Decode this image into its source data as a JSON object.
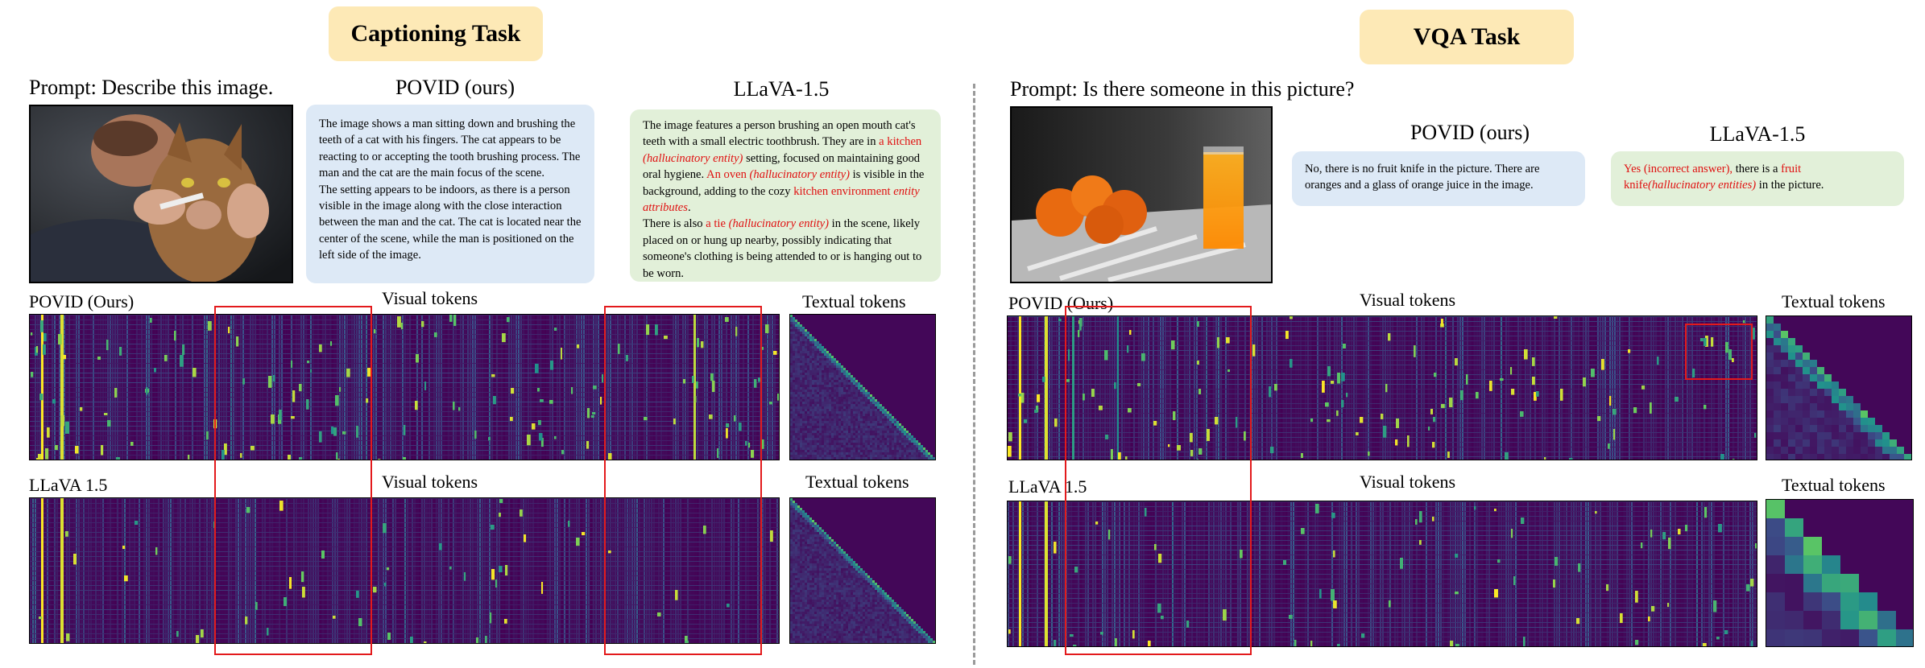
{
  "colors": {
    "badge": "#fde9b6",
    "blue_box": "#dde9f6",
    "green_box": "#e2f0d9",
    "hallucination_red": "#e01010",
    "heatmap_base": "#440154",
    "highlight_red": "#e31a1c"
  },
  "caption": {
    "badge": "Captioning Task",
    "prompt": "Prompt: Describe this image.",
    "povid_title": "POVID (ours)",
    "llava_title": "LLaVA-1.5",
    "povid_text": "The image shows a man sitting down and brushing the teeth of a cat with his fingers. The cat appears to be reacting to or accepting the tooth brushing process. The man and the cat are the main focus of the scene.",
    "povid_text2": "The setting appears to be indoors, as there is a person visible in the image along with the close interaction between the man and the cat. The cat is located near the center of the scene, while the man is positioned on the left side of the image.",
    "llava_segments": {
      "s1": "The image features a person brushing an open mouth cat's teeth with a small electric toothbrush. They are in ",
      "s2": "a kitchen ",
      "s3": "(hallucinatory entity)",
      "s4": "  setting, focused on maintaining good oral hygiene. ",
      "s5": "An oven ",
      "s6": "(hallucinatory entity)",
      "s7": " is visible in the background, adding to the cozy ",
      "s8": "kitchen environment ",
      "s9": "entity attributes",
      "s10": ".",
      "s11": "There is also ",
      "s12": "a tie ",
      "s13": "(hallucinatory entity)",
      "s14": "  in the scene, likely placed on or hung up nearby, possibly indicating that someone's clothing is being attended to or is hanging out to be worn."
    },
    "row1_label": "POVID (Ours)",
    "row2_label": "LLaVA 1.5",
    "visual_tokens": "Visual tokens",
    "textual_tokens": "Textual tokens"
  },
  "vqa": {
    "badge": "VQA Task",
    "prompt": "Prompt: Is there someone in this picture?",
    "povid_title": "POVID (ours)",
    "llava_title": "LLaVA-1.5",
    "povid_text": "No, there is no fruit knife in the picture. There are oranges and a glass of orange juice in the image.",
    "llava_segments": {
      "s1": "Yes (incorrect answer),",
      "s2": " there is a ",
      "s3": "fruit knife",
      "s4": "(hallucinatory entities)",
      "s5": " in the picture."
    },
    "row1_label": "POVID (Ours)",
    "row2_label": "LLaVA 1.5",
    "visual_tokens": "Visual tokens",
    "textual_tokens": "Textual tokens"
  },
  "images": {
    "cat_photo": "cat-brushing-photo",
    "oranges_photo": "oranges-juice-photo"
  }
}
